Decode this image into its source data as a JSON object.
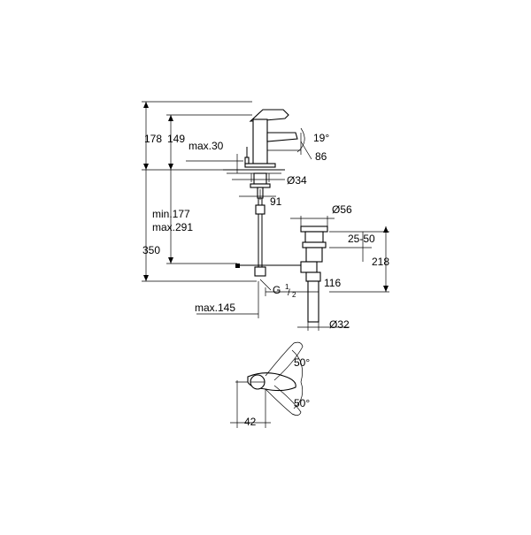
{
  "drawing": {
    "dimensions": {
      "total_height": "178",
      "spout_height": "149",
      "max_thickness": "max.30",
      "spout_angle": "19°",
      "spout_reach": "86",
      "hole_diameter": "Ø34",
      "shank_offset": "91",
      "waste_diameter": "Ø56",
      "hose_min": "min.177",
      "hose_max": "max.291",
      "overall_height": "350",
      "waste_range": "25-50",
      "waste_height": "218",
      "thread_size": "G",
      "thread_fraction_num": "1",
      "thread_fraction_den": "2",
      "waste_length": "116",
      "max_width": "max.145",
      "tail_diameter": "Ø32",
      "lever_angle_up": "50°",
      "lever_angle_down": "50°",
      "lever_offset": "42"
    }
  }
}
